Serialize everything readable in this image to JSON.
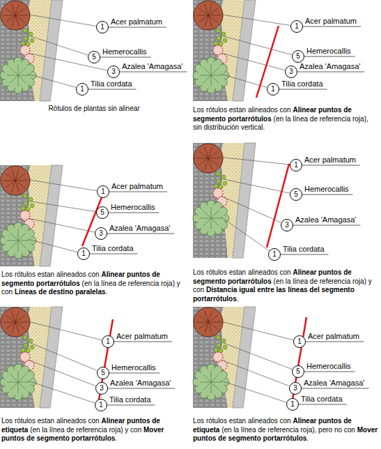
{
  "diagram": {
    "nodes": [
      {
        "text": [
          "1"
        ]
      },
      {
        "text": [
          "5"
        ]
      },
      {
        "text": [
          "3"
        ]
      },
      {
        "text": [
          "1"
        ]
      },
      {
        "text": [
          "1"
        ]
      },
      {
        "text": [
          "5"
        ]
      },
      {
        "text": [
          "3"
        ]
      },
      {
        "text": [
          "1"
        ]
      },
      {
        "text": [
          "1"
        ]
      },
      {
        "text": [
          "5"
        ]
      },
      {
        "text": [
          "3"
        ]
      },
      {
        "text": [
          "1"
        ]
      },
      {
        "text": [
          "1"
        ]
      },
      {
        "text": [
          "5"
        ]
      },
      {
        "text": [
          "3"
        ]
      },
      {
        "text": [
          "1"
        ]
      },
      {
        "text": [
          "1"
        ]
      },
      {
        "text": [
          "5"
        ]
      },
      {
        "text": [
          "3"
        ]
      },
      {
        "text": [
          "1"
        ]
      },
      {
        "text": [
          "1"
        ]
      },
      {
        "text": [
          "5"
        ]
      },
      {
        "text": [
          "3"
        ]
      },
      {
        "text": [
          "1"
        ]
      }
    ],
    "labels": [
      "Acer palmatum",
      "Hemerocallis",
      "Azalea 'Amagasa'",
      "Tilia cordata",
      "Rótulos de plantas sin alinear",
      "Acer palmatum",
      "Hemerocallis",
      "Azalea 'Amagasa'",
      "Tilia cordata",
      "Los rótulos estan alineados con",
      "Alinear puntos de segmento portarrótulos",
      "(en la línea de referencia roja), sin distribución vertical.",
      "Acer palmatum",
      "Hemerocallis",
      "Azalea 'Amagasa'",
      "Tilia cordata",
      "Los rótulos estan alineados con",
      "Alinear puntos de segmento portarrótulos",
      "(en la línea de referencia roja) y con",
      "Líneas de destino paralelas",
      ".",
      "Acer palmatum",
      "Hemerocallis",
      "Azalea 'Amagasa'",
      "Tilia cordata",
      "Los rótulos estan alineados con",
      "Alinear puntos de segmento portarrótulos",
      "(en la línea de referencia roja) y con",
      "Distancia igual entre las líneas del segmento portarrótulos",
      ".",
      "Acer palmatum",
      "Hemerocallis",
      "Azalea 'Amagasa'",
      "Tilia cordata",
      "Los rótulos estan alineados con",
      "Alinear puntos de etiqueta",
      "(en la línea de referencia roja) y con",
      "Mover puntos de segmento portarrótulos",
      ".",
      "Acer palmatum",
      "Hemerocallis",
      "Azalea 'Amagasa'",
      "Tilia cordata",
      "Los rótulos estan alineados con",
      "Alinear puntos de etiqueta",
      "(en la línea de referencia roja), pero no con",
      "Mover puntos de segmento portarrótulos",
      "."
    ]
  }
}
